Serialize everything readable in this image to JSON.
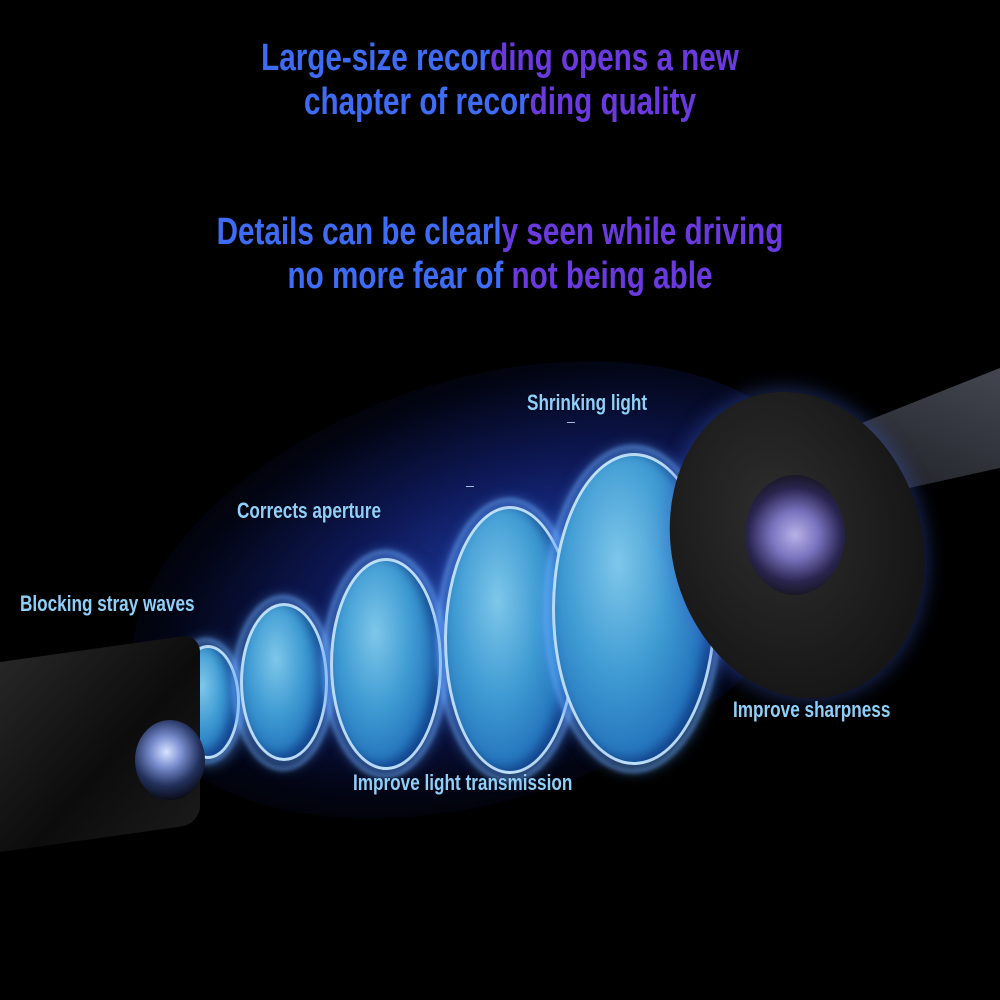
{
  "headline_1": {
    "line1_blue": "Large-size recor",
    "line1_purple": "ding opens a new",
    "line2_blue": "chapter of recor",
    "line2_purple": "ding quality"
  },
  "headline_2": {
    "line1_blue": "Details can be clearl",
    "line1_purple": "y seen while driving",
    "line2_blue": "no more fear of ",
    "line2_purple": "not being able"
  },
  "labels": {
    "shrinking_light": "Shrinking light",
    "corrects_aperture": "Corrects aperture",
    "blocking_stray_waves": "Blocking stray waves",
    "improve_sharpness": "Improve sharpness",
    "improve_light_transmission": "Improve light transmission"
  },
  "colors": {
    "background": "#000000",
    "headline_blue": "#3f6cf6",
    "headline_purple": "#6a3ae0",
    "label": "#8fd0fb",
    "lens_blue": "#3f9bd3"
  }
}
